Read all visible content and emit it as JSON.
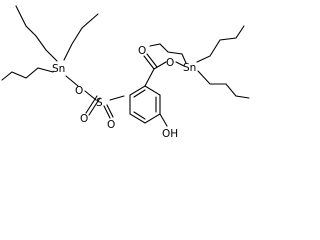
{
  "molecule": {
    "atoms": {
      "sn_left": "Sn",
      "o_left": "O",
      "s": "S",
      "o_s_left": "O",
      "o_s_bottom": "O",
      "o_carbonyl": "O",
      "o_ester": "O",
      "sn_right": "Sn",
      "oh": "OH"
    }
  },
  "colors": {
    "bond": "#000000",
    "label": "#000000",
    "background": "#ffffff"
  }
}
